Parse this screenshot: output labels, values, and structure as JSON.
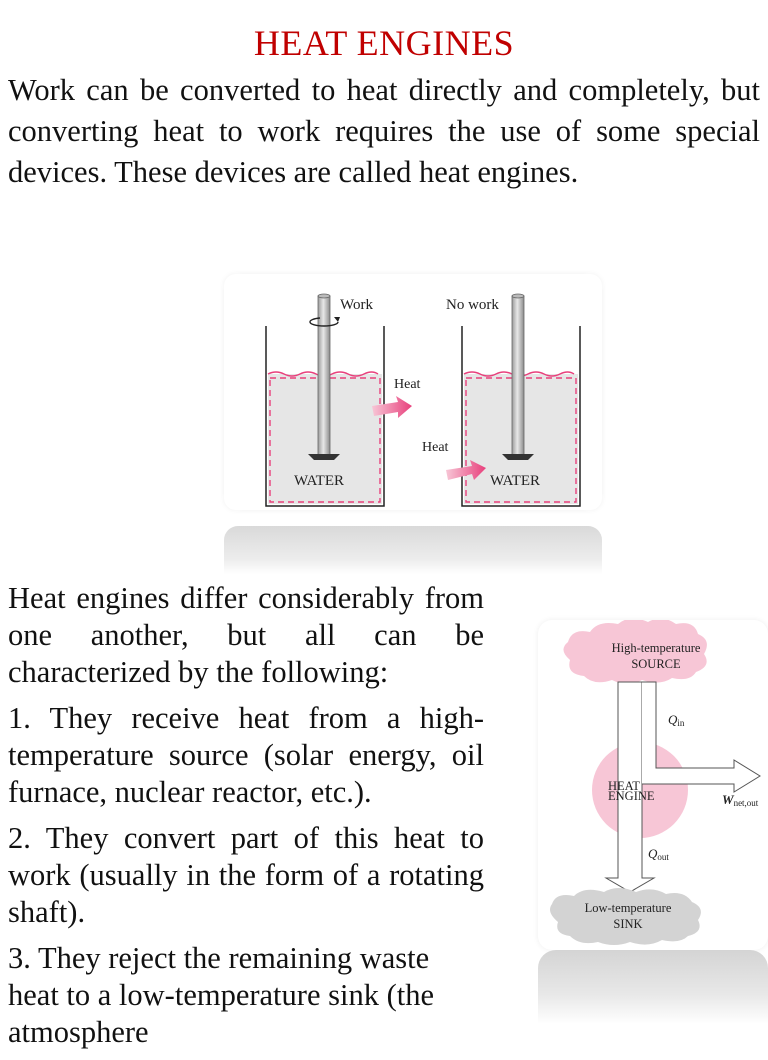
{
  "title": "HEAT ENGINES",
  "intro": "Work can be converted to heat directly and completely, but converting heat to work requires the use of some special devices. These devices are called heat engines.",
  "figure1": {
    "work": "Work",
    "no_work": "No work",
    "heat_top": "Heat",
    "heat_bottom": "Heat",
    "water_left": "WATER",
    "water_right": "WATER"
  },
  "body": {
    "lead": "Heat engines differ considerably from one another, but all can be characterized by the following:",
    "items": [
      "1. They receive heat from a high-temperature source (solar energy, oil furnace, nuclear reactor, etc.).",
      "2. They convert part of this heat to work (usually in the form of a rotating shaft).",
      "3. They reject the remaining waste heat to a    low-temperature sink (the atmosphere"
    ]
  },
  "figure2": {
    "source_line1": "High-temperature",
    "source_line2": "SOURCE",
    "q_in": "Q",
    "q_in_sub": "in",
    "engine_line1": "HEAT",
    "engine_line2": "ENGINE",
    "w_net": "W",
    "w_net_sub": "net,out",
    "q_out": "Q",
    "q_out_sub": "out",
    "sink_line1": "Low-temperature",
    "sink_line2": "SINK"
  },
  "colors": {
    "title": "#c00000",
    "heat_pink": "#e8407c",
    "cloud_pink": "#f7c6d6",
    "cloud_gray": "#d3d3d3"
  }
}
